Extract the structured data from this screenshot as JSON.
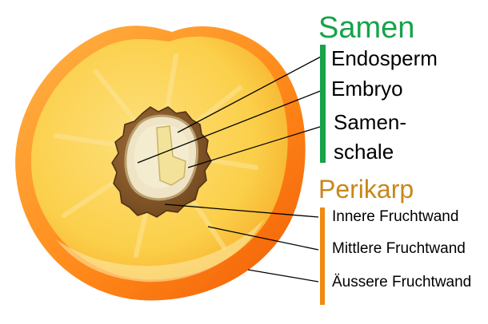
{
  "groups": {
    "seed": {
      "title": "Samen",
      "color": "#16a34a",
      "labels": {
        "endosperm": "Endosperm",
        "embryo": "Embryo",
        "seed_coat_line1": "Samen-",
        "seed_coat_line2": "schale"
      }
    },
    "pericarp": {
      "title": "Perikarp",
      "color": "#c9861a",
      "bar_color": "#f08a12",
      "labels": {
        "endocarp": "Innere Fruchtwand",
        "mesocarp": "Mittlere Fruchtwand",
        "exocarp": "Äussere Fruchtwand"
      }
    }
  },
  "colors": {
    "flesh_light": "#fcd45a",
    "flesh_dark": "#f7b733",
    "skin": "#ff8a1a",
    "skin_dark": "#f26a0a",
    "pit": "#8a5a2b",
    "pit_dark": "#5e3a17",
    "seed_coat": "#e7dcc0",
    "embryo": "#f2e7b5"
  }
}
